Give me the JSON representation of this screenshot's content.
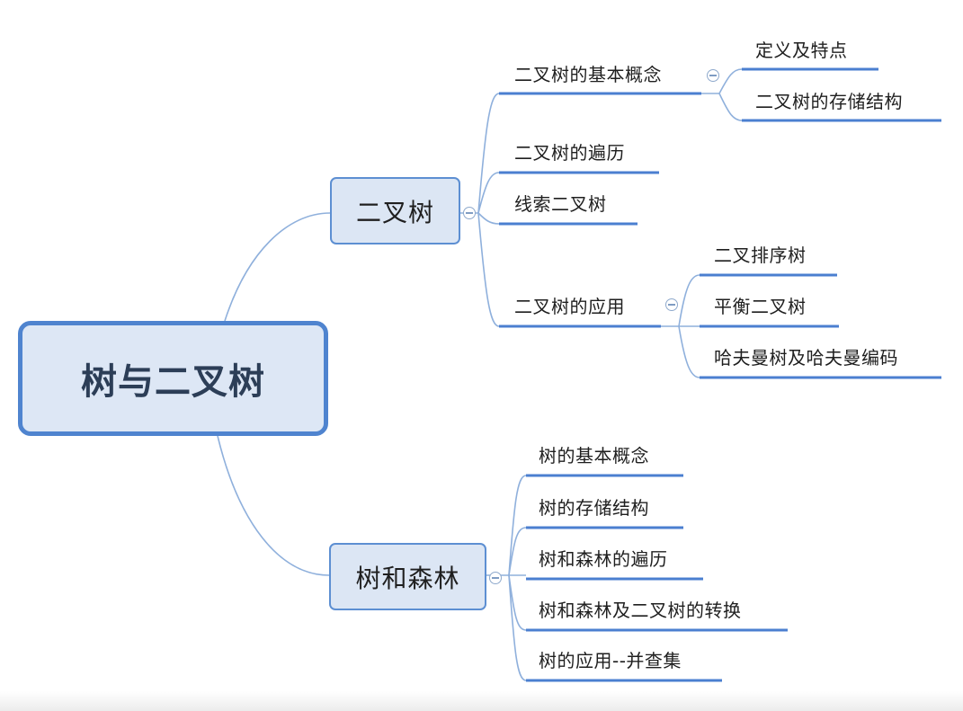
{
  "root": {
    "label": "树与二叉树"
  },
  "branch_binary_tree": {
    "label": "二叉树",
    "items": [
      {
        "label": "二叉树的基本概念",
        "children": [
          "定义及特点",
          "二叉树的存储结构"
        ]
      },
      {
        "label": "二叉树的遍历"
      },
      {
        "label": "线索二叉树"
      },
      {
        "label": "二叉树的应用",
        "children": [
          "二叉排序树",
          "平衡二叉树",
          "哈夫曼树及哈夫曼编码"
        ]
      }
    ]
  },
  "branch_tree_forest": {
    "label": "树和森林",
    "items": [
      "树的基本概念",
      "树的存储结构",
      "树和森林的遍历",
      "树和森林及二叉树的转换",
      "树的应用--并查集"
    ]
  },
  "colors": {
    "connector": "#8fb0dc",
    "underline": "#4b7fd0",
    "node_fill": "#dce6f4",
    "node_border": "#5d8fd2"
  }
}
